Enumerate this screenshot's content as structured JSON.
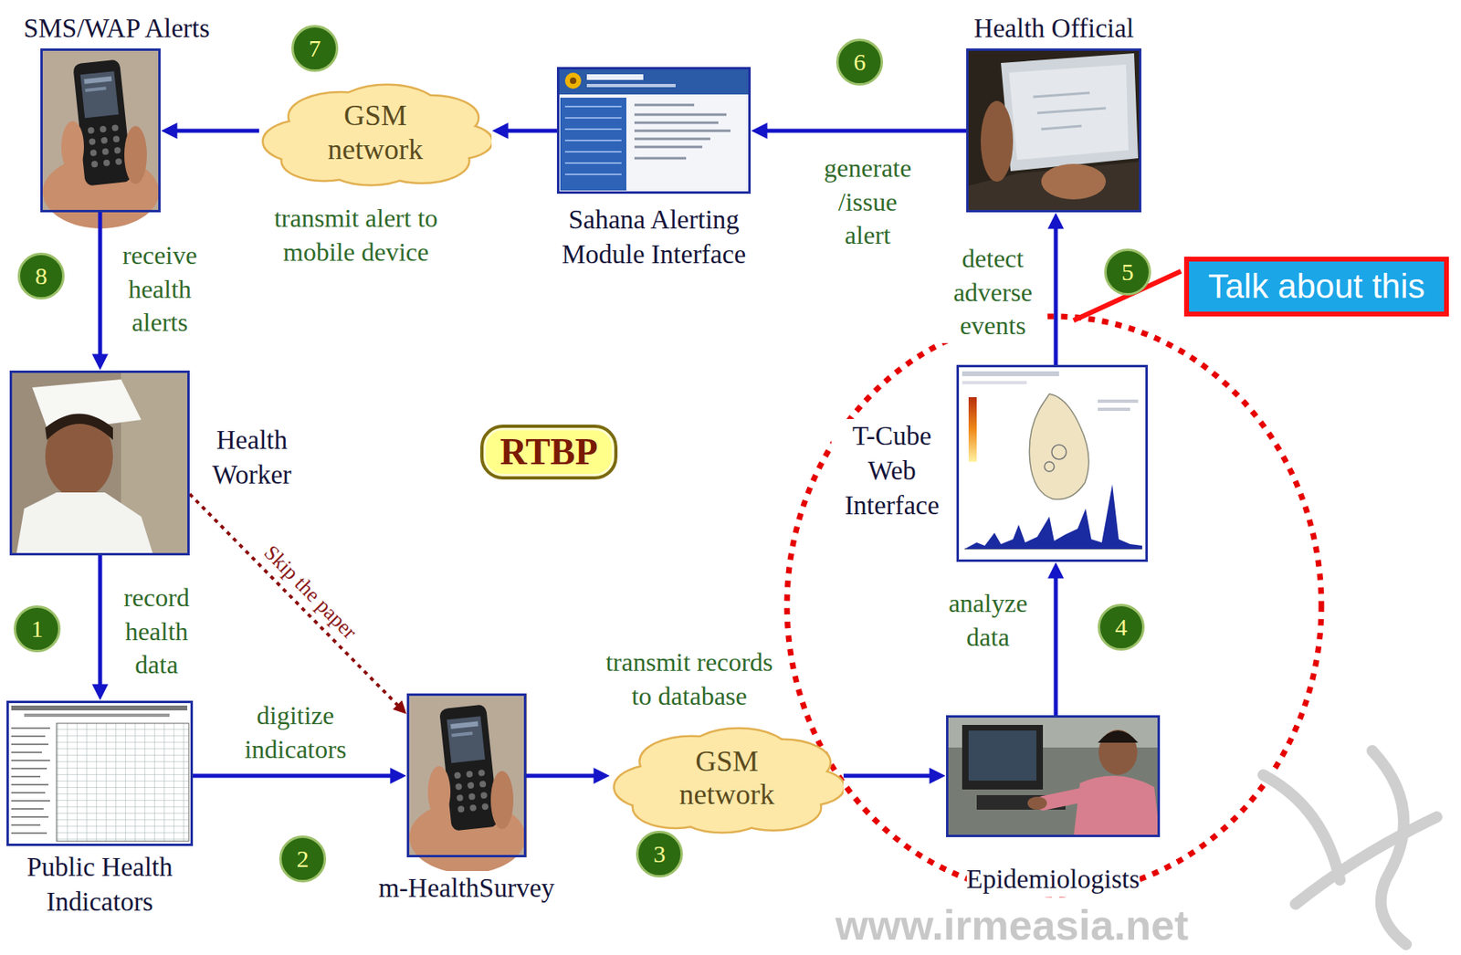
{
  "diagram": {
    "nodes": [
      {
        "text": [
          "SMS/WAP Alerts"
        ]
      },
      {
        "text": [
          "7"
        ]
      },
      {
        "text": [
          "GSM network"
        ]
      },
      {
        "text": [
          "Sahana Alerting Module Interface"
        ]
      },
      {
        "text": [
          "6"
        ]
      },
      {
        "text": [
          "Health Official"
        ]
      },
      {
        "text": [
          "8"
        ]
      },
      {
        "text": [
          "5"
        ]
      },
      {
        "text": [
          "Talk about this"
        ]
      },
      {
        "text": [
          "Health Worker"
        ]
      },
      {
        "text": [
          "RTBP"
        ]
      },
      {
        "text": [
          "T-Cube Web Interface"
        ]
      },
      {
        "text": [
          "4"
        ]
      },
      {
        "text": [
          "1"
        ]
      },
      {
        "text": [
          "Public Health Indicators"
        ]
      },
      {
        "text": [
          "2"
        ]
      },
      {
        "text": [
          "m-HealthSurvey"
        ]
      },
      {
        "text": [
          "GSM network"
        ]
      },
      {
        "text": [
          "3"
        ]
      },
      {
        "text": [
          "Epidemiologists"
        ]
      }
    ],
    "edges": [
      {
        "from": 5,
        "to": 3,
        "label": "generate /issue alert",
        "arrow": "to"
      },
      {
        "from": 3,
        "to": 2,
        "arrow": "to"
      },
      {
        "from": 2,
        "to": 0,
        "label": "transmit alert to mobile device",
        "arrow": "to"
      },
      {
        "from": 0,
        "to": 9,
        "label": "receive health alerts",
        "arrow": "to"
      },
      {
        "from": 9,
        "to": 14,
        "label": "record health data",
        "arrow": "to"
      },
      {
        "from": 14,
        "to": 16,
        "label": "digitize indicators",
        "arrow": "to"
      },
      {
        "from": 16,
        "to": 17,
        "label": "transmit records to database",
        "arrow": "to"
      },
      {
        "from": 17,
        "to": 19,
        "arrow": "to"
      },
      {
        "from": 19,
        "to": 11,
        "label": "analyze data",
        "arrow": "to"
      },
      {
        "from": 11,
        "to": 5,
        "label": "detect adverse events",
        "arrow": "to"
      },
      {
        "from": 9,
        "to": 16,
        "label": "Skip the paper",
        "arrow": "to"
      }
    ],
    "labels": [
      "www.irmeasia.net"
    ]
  }
}
